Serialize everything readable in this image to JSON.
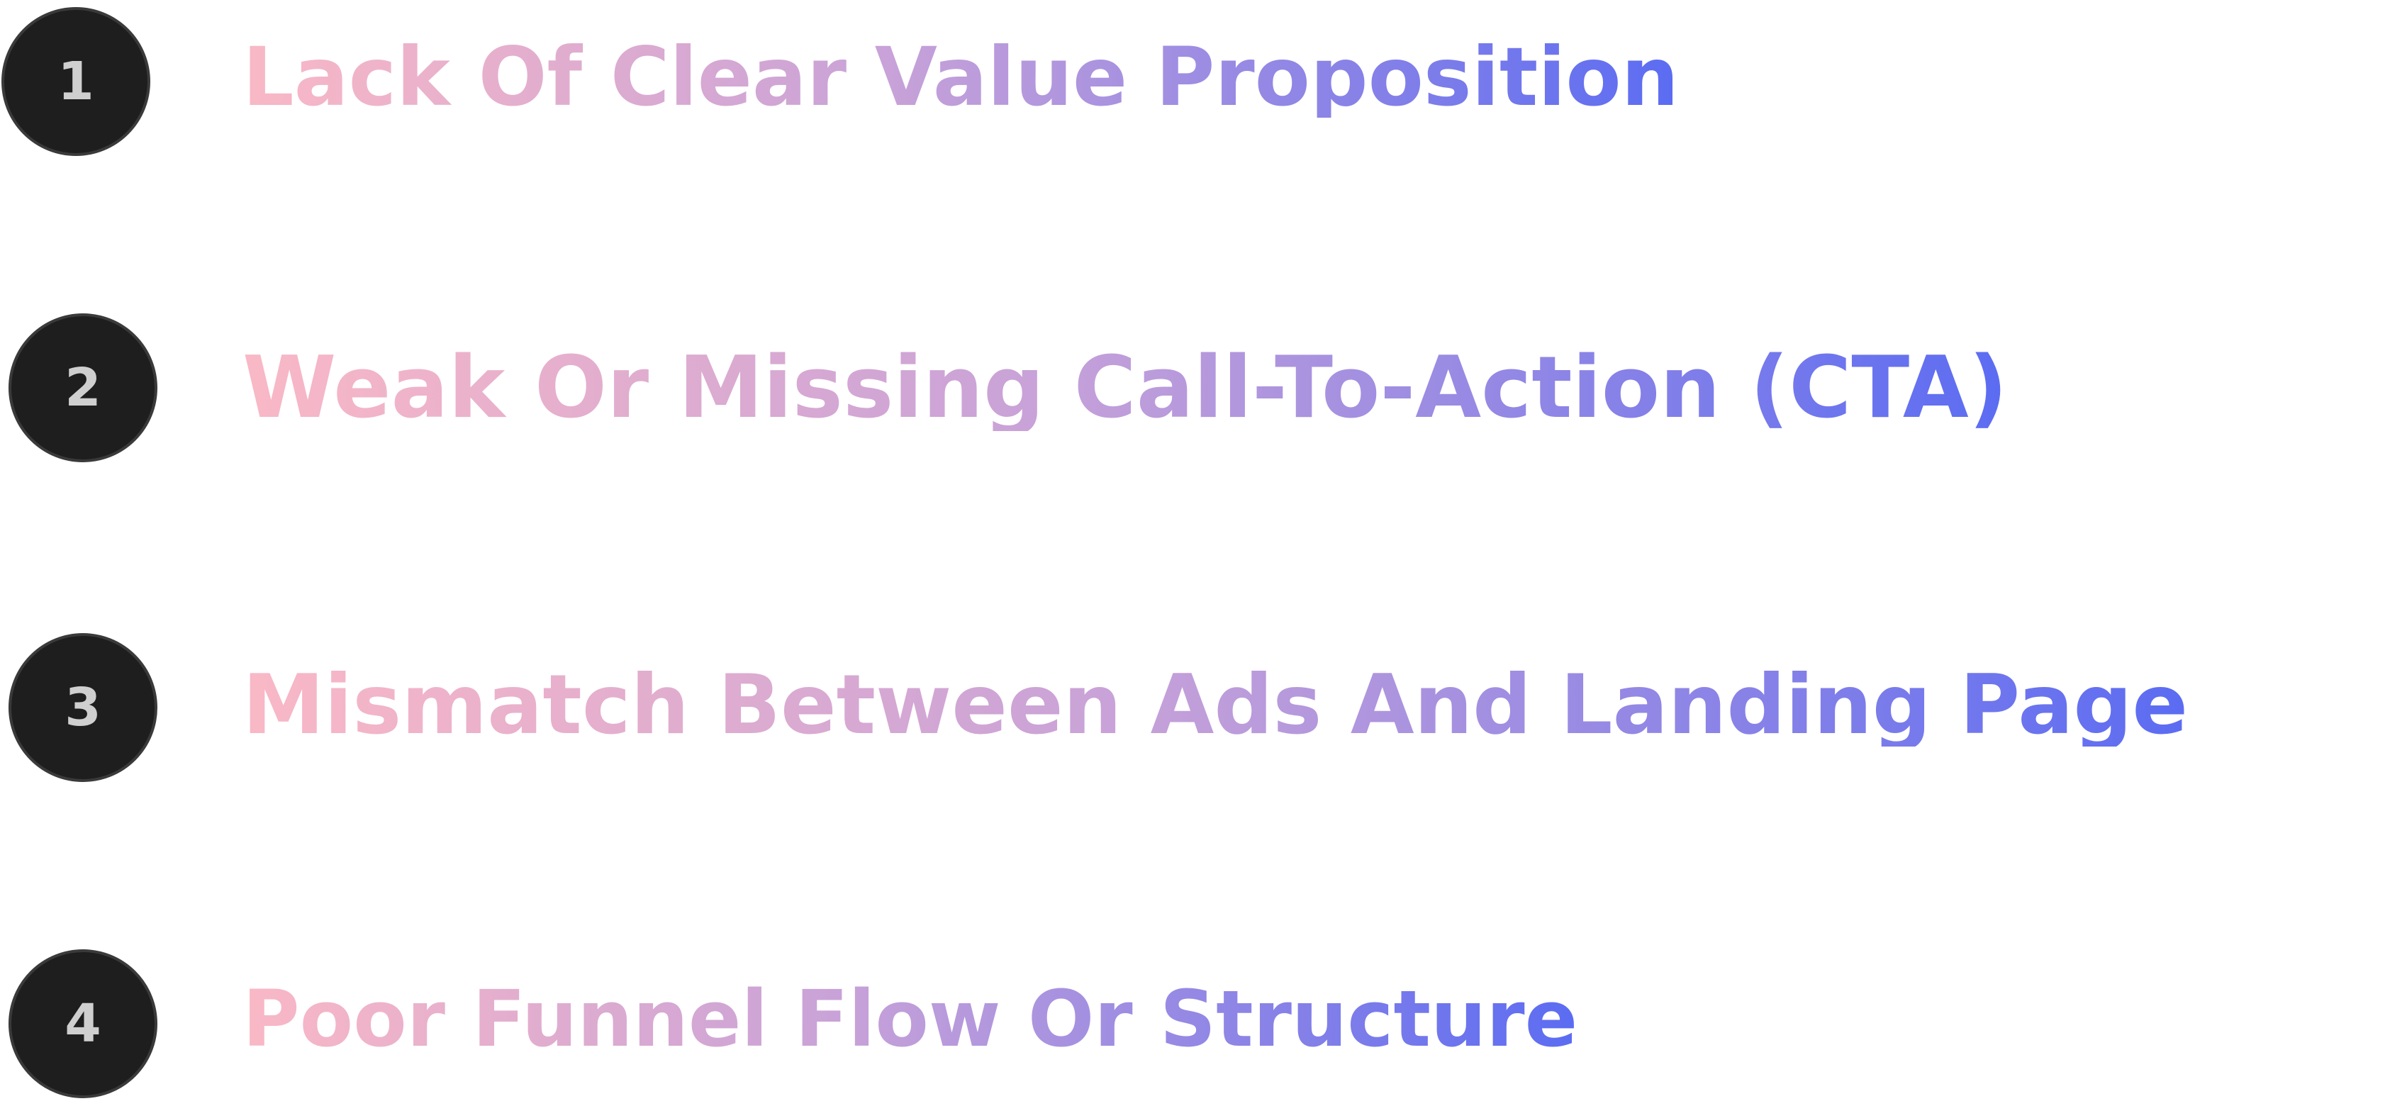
{
  "colors": {
    "gradient_start": "#f9b8c6",
    "gradient_mid": "#c8a2d8",
    "gradient_end": "#5b6cf2",
    "badge_bg": "#1e1e1e",
    "badge_text": "#cfcfcf"
  },
  "items": [
    {
      "number": "1",
      "label": "Lack Of Clear Value Proposition"
    },
    {
      "number": "2",
      "label": "Weak Or Missing Call-To-Action (CTA)"
    },
    {
      "number": "3",
      "label": "Mismatch Between Ads And Landing Page"
    },
    {
      "number": "4",
      "label": "Poor Funnel Flow Or Structure"
    }
  ]
}
